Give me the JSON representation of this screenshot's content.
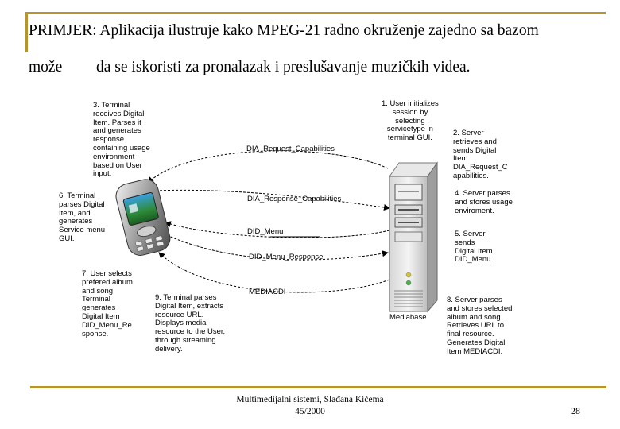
{
  "slide": {
    "title_line1": "PRIMJER: Aplikacija ilustruje kako MPEG-21 radno okruženje zajedno sa bazom",
    "title_line2_word": "može",
    "title_line2_rest": "da se iskoristi za pronalazak i preslušavanje muzičkih videa.",
    "footer_line1": "Multimedijalni sistemi, Slađana Kičema",
    "footer_line2": "45/2000",
    "page_number": "28"
  },
  "diagram": {
    "server_label": "Mediabase",
    "messages": [
      "DIA_Request_Capabilities",
      "DIA_Response_Capabilities",
      "DID_Menu",
      "DID_Menu_Response",
      "MEDIACDI"
    ],
    "steps": {
      "s1": "1. User initializes\nsession by\nselecting\nservicetype in\nterminal GUI.",
      "s2": "2. Server\nretrieves and\nsends Digital\nItem\nDIA_Request_C\napabilities.",
      "s3": "3. Terminal\nreceives Digital\nItem. Parses it\nand generates\nresponse\ncontaining usage\nenvironment\nbased on User\ninput.",
      "s4": "4. Server parses\nand stores usage\nenviroment.",
      "s5": "5. Server\nsends\nDigital Item\nDID_Menu.",
      "s6": "6. Terminal\nparses Digital\nItem, and\ngenerates\nService menu\nGUI.",
      "s7": "7. User selects\nprefered album\nand song.\nTerminal\ngenerates\nDigital Item\nDID_Menu_Re\nsponse.",
      "s8": "8. Server parses\nand stores selected\nalbum and song.\nRetrieves URL to\nfinal resource.\nGenerates Digital\nItem MEDIACDI.",
      "s9": "9. Terminal parses\nDigital Item, extracts\nresource URL.\nDisplays media\nresource to the User,\nthrough streaming\ndelivery."
    }
  }
}
